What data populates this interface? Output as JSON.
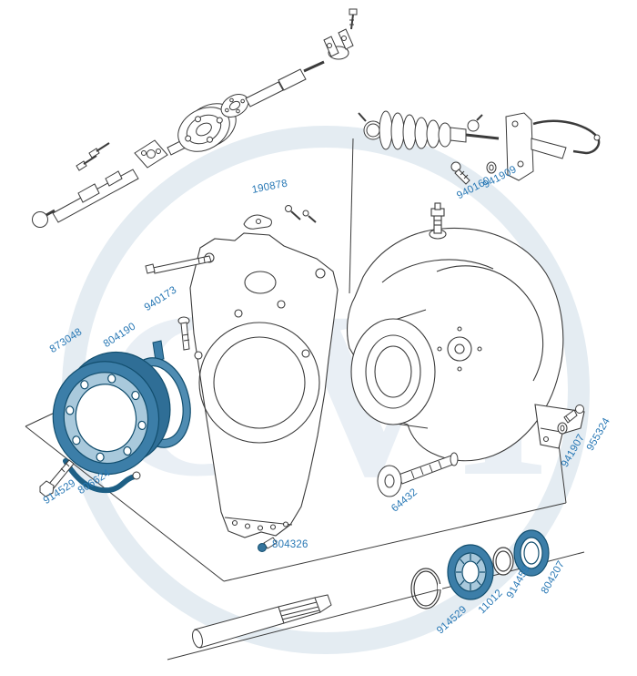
{
  "diagram": {
    "kind": "exploded-parts-diagram",
    "subject": "marine drive / transmission exploded view"
  },
  "watermark": {
    "text": "GVI"
  },
  "colors": {
    "label": "#2878b5",
    "line": "#3b3b3b",
    "highlight": "#3c7ea8",
    "highlight_band": "#a9c9dc",
    "highlight_dark": "#124e6e",
    "watermark": "#e4ecf2"
  },
  "parts": [
    {
      "part_number": "190878"
    },
    {
      "part_number": "941909"
    },
    {
      "part_number": "940160"
    },
    {
      "part_number": "940173"
    },
    {
      "part_number": "804190"
    },
    {
      "part_number": "873048"
    },
    {
      "part_number": "806624"
    },
    {
      "part_number": "914529"
    },
    {
      "part_number": "804326"
    },
    {
      "part_number": "64432"
    },
    {
      "part_number": "955324"
    },
    {
      "part_number": "941907"
    },
    {
      "part_number": "804207"
    },
    {
      "part_number": "914459"
    },
    {
      "part_number": "11012"
    },
    {
      "part_number": "914529"
    }
  ]
}
